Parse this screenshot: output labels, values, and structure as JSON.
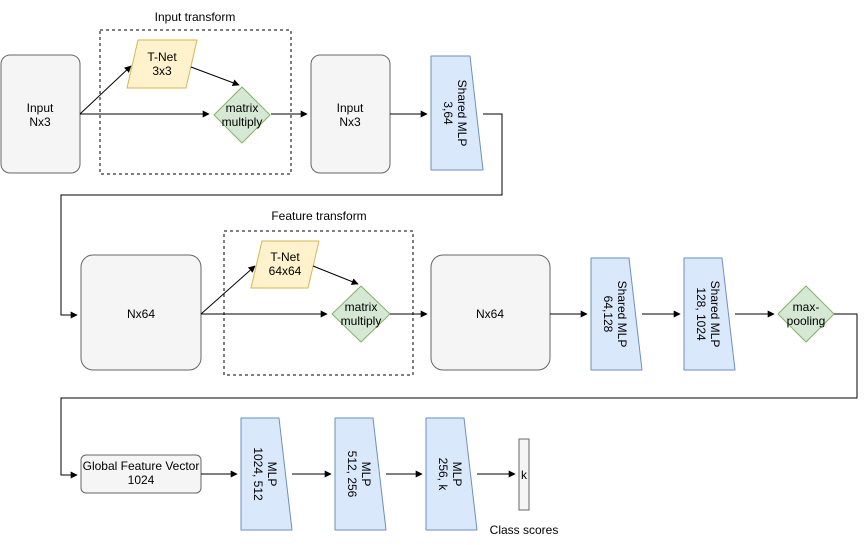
{
  "labels": {
    "input_transform": "Input transform",
    "feature_transform": "Feature transform",
    "class_scores": "Class scores"
  },
  "row1": {
    "input_a": [
      "Input",
      "Nx3"
    ],
    "tnet": [
      "T-Net",
      "3x3"
    ],
    "matmul": [
      "matrix",
      "multiply"
    ],
    "input_b": [
      "Input",
      "Nx3"
    ],
    "mlp": [
      "Shared MLP",
      "3,64"
    ]
  },
  "row2": {
    "nx64_a": "Nx64",
    "tnet": [
      "T-Net",
      "64x64"
    ],
    "matmul": [
      "matrix",
      "multiply"
    ],
    "nx64_b": "Nx64",
    "mlp1": [
      "Shared MLP",
      "64,128"
    ],
    "mlp2": [
      "Shared MLP",
      "128, 1024"
    ],
    "maxpool": [
      "max-",
      "pooling"
    ]
  },
  "row3": {
    "gfv": [
      "Global Feature Vector",
      "1024"
    ],
    "mlp1": [
      "MLP",
      "1024, 512"
    ],
    "mlp2": [
      "MLP",
      "512, 256"
    ],
    "mlp3": [
      "MLP",
      "256, k"
    ],
    "out": "k"
  },
  "colors": {
    "gray_fill": "#f5f5f5",
    "gray_stroke": "#666666",
    "tnet_fill": "#fff2cc",
    "tnet_stroke": "#d6b656",
    "diamond_fill": "#d5e8d4",
    "diamond_stroke": "#82b366",
    "mlp_fill": "#dae8fc",
    "mlp_stroke": "#6c8ebf"
  }
}
